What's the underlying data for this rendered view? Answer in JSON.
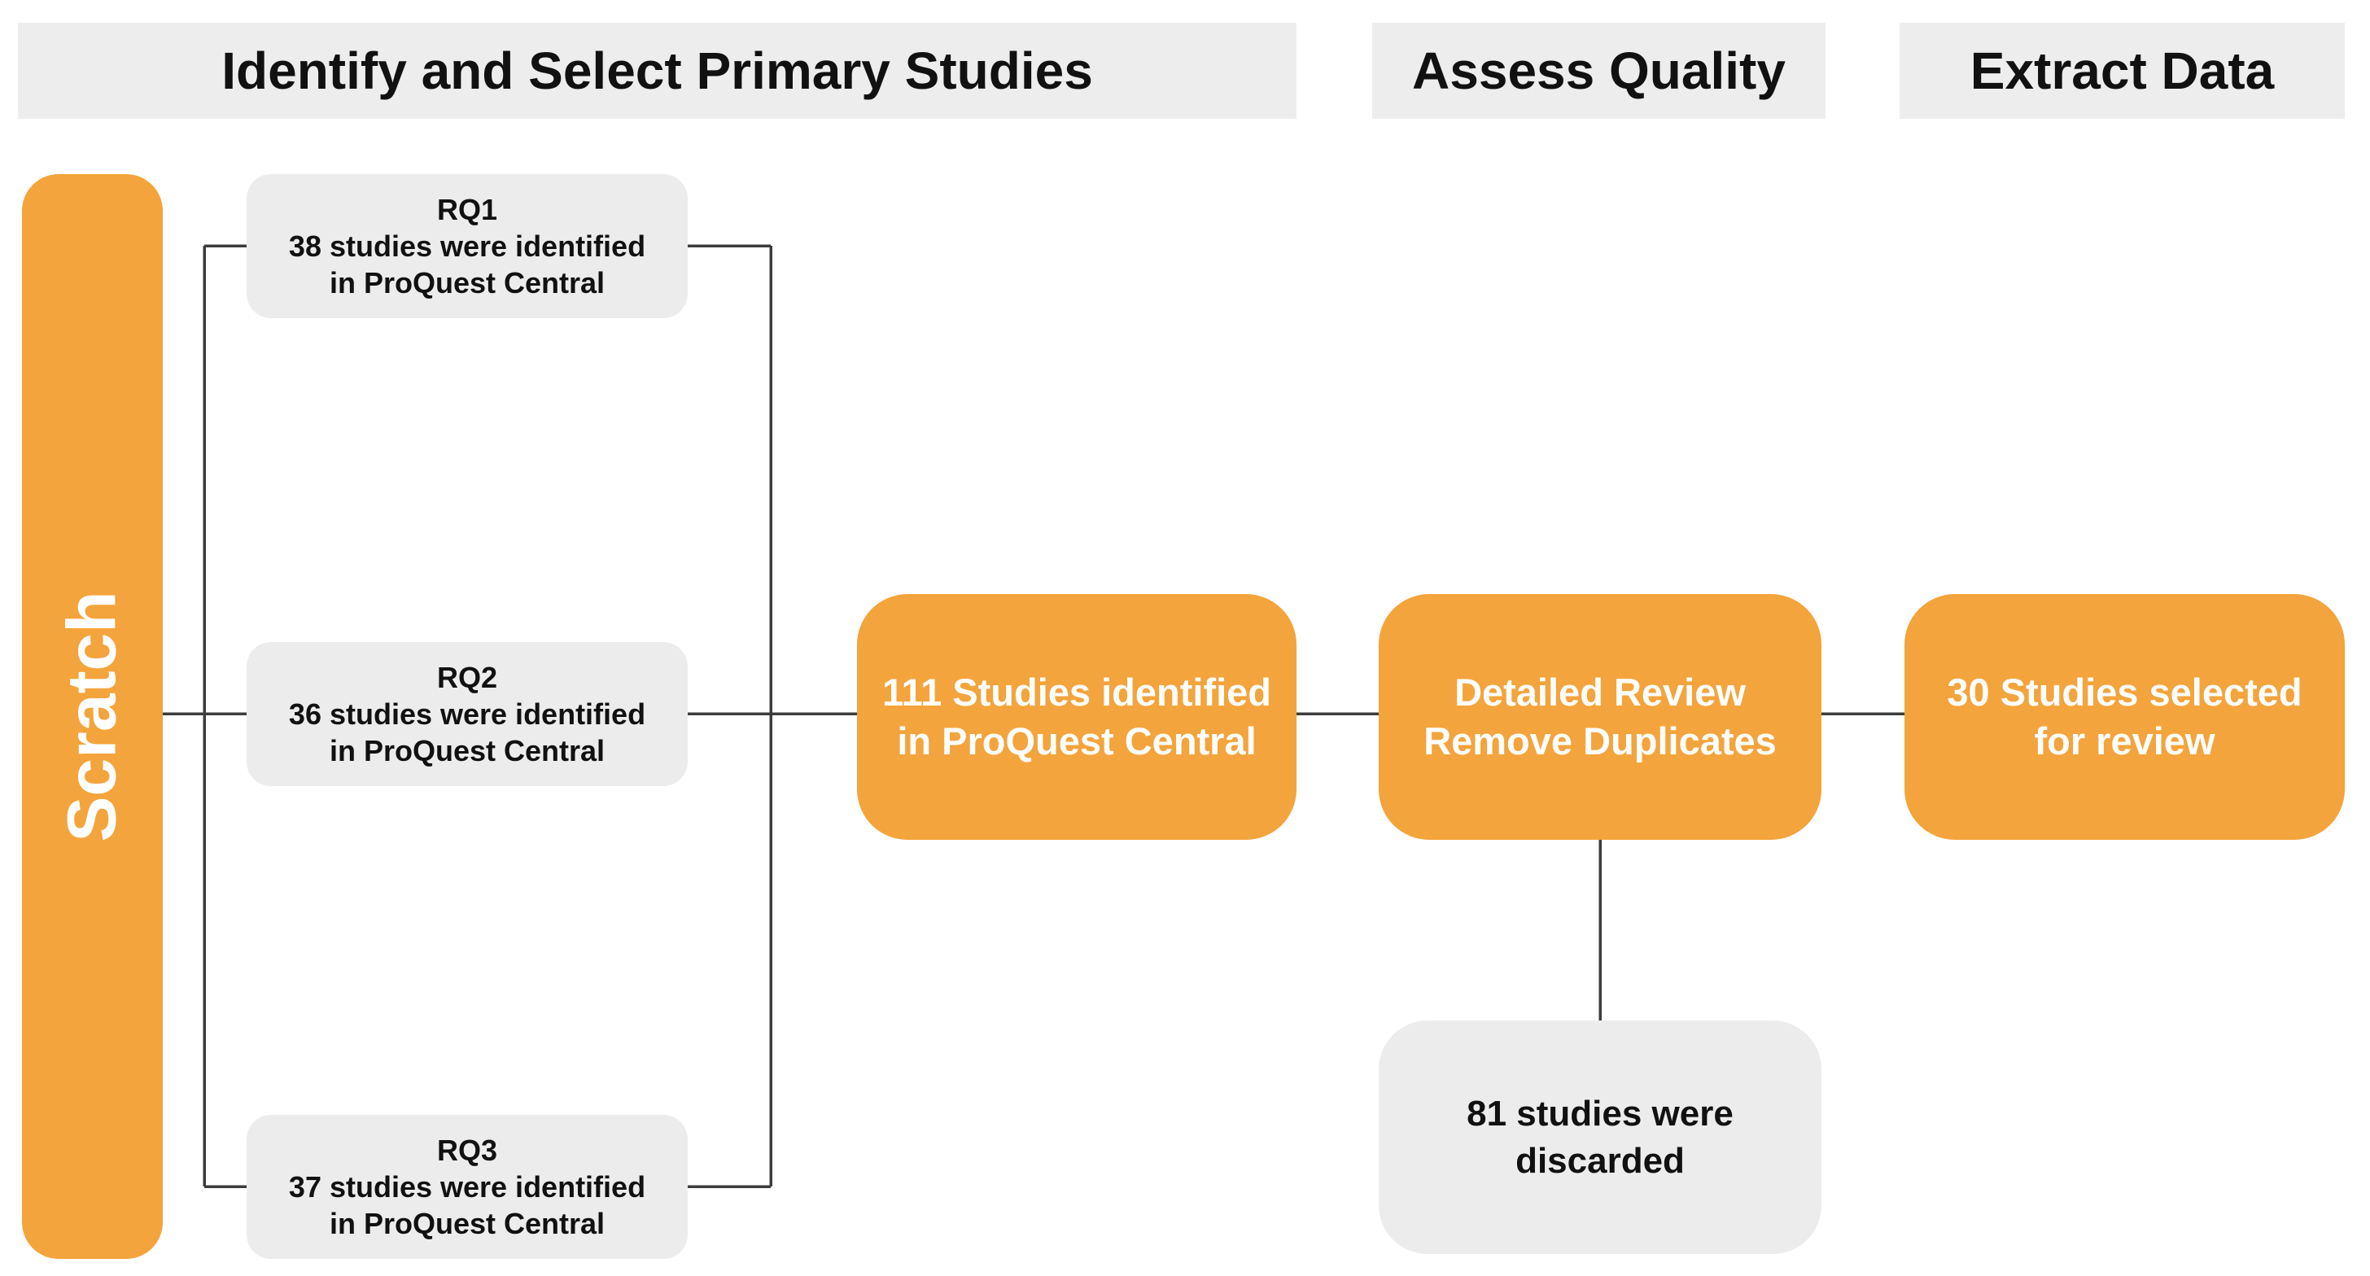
{
  "diagram": {
    "headers": [
      {
        "label": "Identify and Select Primary Studies"
      },
      {
        "label": "Assess Quality"
      },
      {
        "label": "Extract Data"
      }
    ],
    "scratch_label": "Scratch",
    "rq_boxes": [
      {
        "title": "RQ1",
        "line1": "38 studies were identified",
        "line2": "in ProQuest Central"
      },
      {
        "title": "RQ2",
        "line1": "36 studies were identified",
        "line2": "in ProQuest Central"
      },
      {
        "title": "RQ3",
        "line1": "37 studies were identified",
        "line2": "in ProQuest Central"
      }
    ],
    "process_boxes": [
      {
        "line1": "111 Studies identified",
        "line2": "in ProQuest Central"
      },
      {
        "line1": "Detailed Review",
        "line2": "Remove Duplicates"
      },
      {
        "line1": "30 Studies selected",
        "line2": "for review"
      }
    ],
    "discard_box": {
      "line1": "81 studies were",
      "line2": "discarded"
    },
    "colors": {
      "orange": "#F4A43C",
      "box_gray": "#ECECEC",
      "band_gray": "#EDEDED",
      "connector": "#3C3C3D",
      "text_dark": "#111111",
      "text_light": "#FFFFFF"
    }
  }
}
